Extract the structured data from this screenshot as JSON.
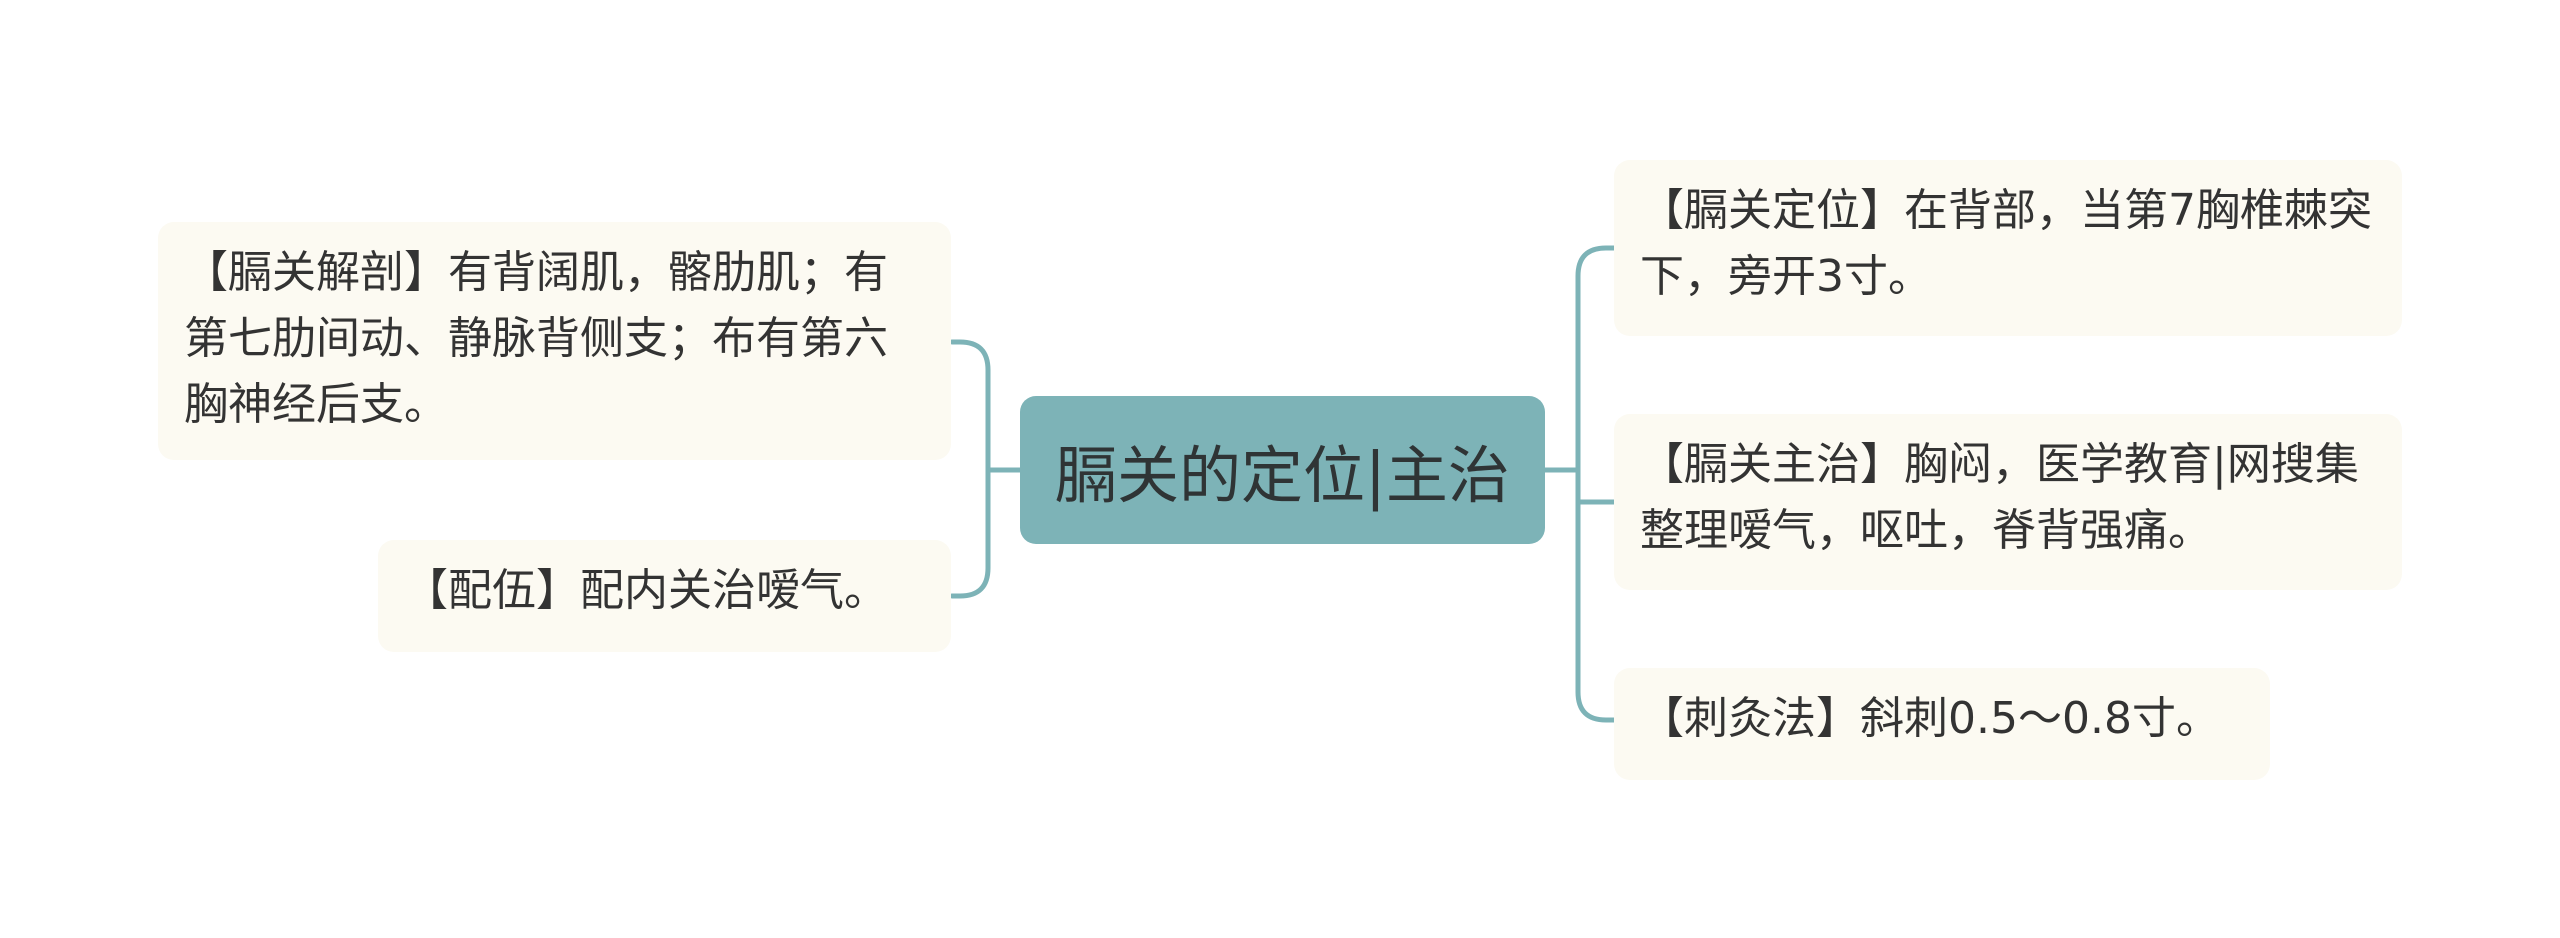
{
  "root": {
    "label": "膈关的定位|主治"
  },
  "left_branches": [
    {
      "text": "【膈关解剖】有背阔肌，髂肋肌；有第七肋间动、静脉背侧支；布有第六胸神经后支。"
    },
    {
      "text": "【配伍】配内关治嗳气。"
    }
  ],
  "right_branches": [
    {
      "text": "【膈关定位】在背部，当第7胸椎棘突下，旁开3寸。"
    },
    {
      "text": "【膈关主治】胸闷，医学教育|网搜集整理嗳气，呕吐，脊背强痛。"
    },
    {
      "text": "【刺灸法】斜刺0.5～0.8寸。"
    }
  ],
  "colors": {
    "root_fill": "#7db3b7",
    "node_fill": "#fcfaf2",
    "connector": "#7db3b7",
    "text": "#333333"
  }
}
